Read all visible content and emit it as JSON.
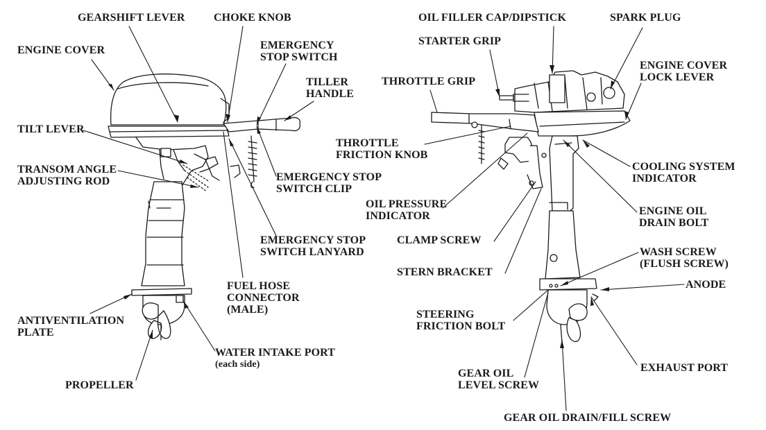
{
  "labels": {
    "gearshift_lever": [
      "GEARSHIFT LEVER"
    ],
    "choke_knob": [
      "CHOKE KNOB"
    ],
    "engine_cover_left": [
      "ENGINE COVER"
    ],
    "emergency_stop_switch": [
      "EMERGENCY",
      "STOP SWITCH"
    ],
    "tiller_handle": [
      "TILLER",
      "HANDLE"
    ],
    "tilt_lever": [
      "TILT LEVER"
    ],
    "transom_angle_rod": [
      "TRANSOM ANGLE",
      "ADJUSTING ROD"
    ],
    "emergency_stop_clip": [
      "EMERGENCY STOP",
      "SWITCH CLIP"
    ],
    "emergency_stop_lanyard": [
      "EMERGENCY STOP",
      "SWITCH LANYARD"
    ],
    "fuel_hose_connector": [
      "FUEL HOSE",
      "CONNECTOR",
      "(MALE)"
    ],
    "antiventilation_plate": [
      "ANTIVENTILATION",
      "PLATE"
    ],
    "water_intake_port": [
      "WATER INTAKE PORT"
    ],
    "water_intake_sub": "(each side)",
    "propeller": [
      "PROPELLER"
    ],
    "oil_filler_cap": [
      "OIL FILLER CAP/DIPSTICK"
    ],
    "spark_plug": [
      "SPARK PLUG"
    ],
    "starter_grip": [
      "STARTER GRIP"
    ],
    "engine_cover_lock": [
      "ENGINE COVER",
      "LOCK LEVER"
    ],
    "throttle_grip": [
      "THROTTLE GRIP"
    ],
    "throttle_friction": [
      "THROTTLE",
      "FRICTION KNOB"
    ],
    "cooling_indicator": [
      "COOLING SYSTEM",
      "INDICATOR"
    ],
    "oil_pressure_indicator": [
      "OIL PRESSURE",
      "INDICATOR"
    ],
    "engine_oil_drain": [
      "ENGINE OIL",
      "DRAIN BOLT"
    ],
    "clamp_screw": [
      "CLAMP SCREW"
    ],
    "wash_screw": [
      "WASH SCREW",
      "(FLUSH SCREW)"
    ],
    "stern_bracket": [
      "STERN BRACKET"
    ],
    "anode": [
      "ANODE"
    ],
    "steering_friction": [
      "STEERING",
      "FRICTION BOLT"
    ],
    "exhaust_port": [
      "EXHAUST PORT"
    ],
    "gear_oil_level": [
      "GEAR OIL",
      "LEVEL SCREW"
    ],
    "gear_oil_drain": [
      "GEAR OIL DRAIN/FILL SCREW"
    ]
  },
  "colors": {
    "ink": "#1a1a1a",
    "background": "#ffffff"
  }
}
